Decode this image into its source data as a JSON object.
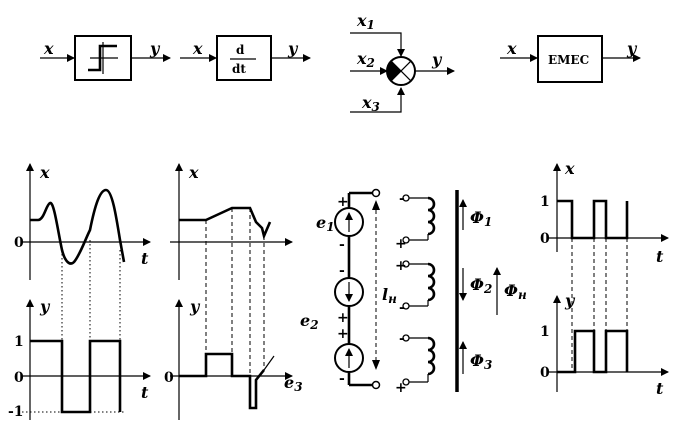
{
  "blocks": {
    "relay": {
      "input": "x",
      "output": "y"
    },
    "differentiator": {
      "input": "x",
      "output": "y",
      "num": "d",
      "den": "dt"
    },
    "summer": {
      "inputs": [
        "x",
        "x",
        "x"
      ],
      "subs": [
        "1",
        "2",
        "3"
      ],
      "output": "y"
    },
    "emec": {
      "input": "x",
      "output": "y",
      "label": "EMEC"
    }
  },
  "plot_relay": {
    "x_axis_top": "x",
    "t_top": "t",
    "zero_top": "0",
    "y_axis_bottom": "y",
    "t_bottom": "t",
    "y_one": "1",
    "y_zero": "0",
    "y_minus_one": "-1"
  },
  "plot_diff": {
    "x_axis_top": "x",
    "y_axis_bottom": "y",
    "zero_bottom": "0",
    "e3": "e",
    "e3_sub": "3"
  },
  "circuit": {
    "e1": "e",
    "e1_sub": "1",
    "e2": "e",
    "e2_sub": "2",
    "ln": "l",
    "ln_sub": "н",
    "phi1": "Φ",
    "phi1_sub": "1",
    "phi2": "Φ",
    "phi2_sub": "2",
    "phi3": "Φ",
    "phi3_sub": "3",
    "phin": "Φ",
    "phin_sub": "н",
    "plus": "+",
    "minus": "-"
  },
  "plot_emec": {
    "x_axis_top": "x",
    "t_top": "t",
    "one_top": "1",
    "zero_top": "0",
    "y_axis_bottom": "y",
    "t_bottom": "t",
    "one_bottom": "1",
    "zero_bottom": "0"
  }
}
